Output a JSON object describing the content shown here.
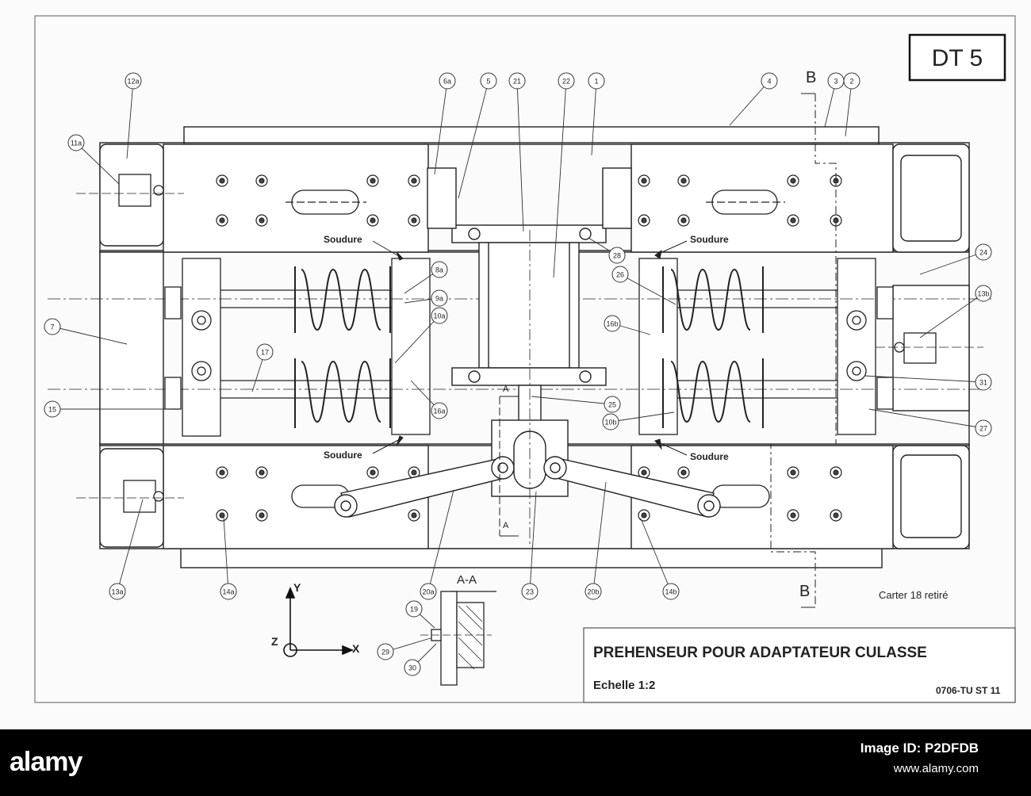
{
  "sheet": {
    "code": "DT 5",
    "title": "PREHENSEUR  POUR ADAPTATEUR CULASSE",
    "scale": "Echelle 1:2",
    "reference": "0706-TU ST 11",
    "note": "Carter 18 retiré"
  },
  "weld_label": "Soudure",
  "section": {
    "aa_title": "A-A",
    "a_marker": "A",
    "b_marker": "B"
  },
  "axes": {
    "y": "Y",
    "x": "X",
    "z": "Z"
  },
  "callouts": [
    "12a",
    "11a",
    "6a",
    "5",
    "21",
    "22",
    "1",
    "4",
    "3",
    "2",
    "B",
    "28",
    "24",
    "8a",
    "9a",
    "26",
    "13b",
    "10a",
    "16b",
    "7",
    "17",
    "31",
    "25",
    "15",
    "16a",
    "10b",
    "27",
    "13a",
    "14a",
    "20a",
    "23",
    "20b",
    "14b",
    "19",
    "29",
    "30"
  ],
  "watermark": {
    "logo": "alamy",
    "image_id": "Image ID: P2DFDB",
    "url": "www.alamy.com"
  }
}
